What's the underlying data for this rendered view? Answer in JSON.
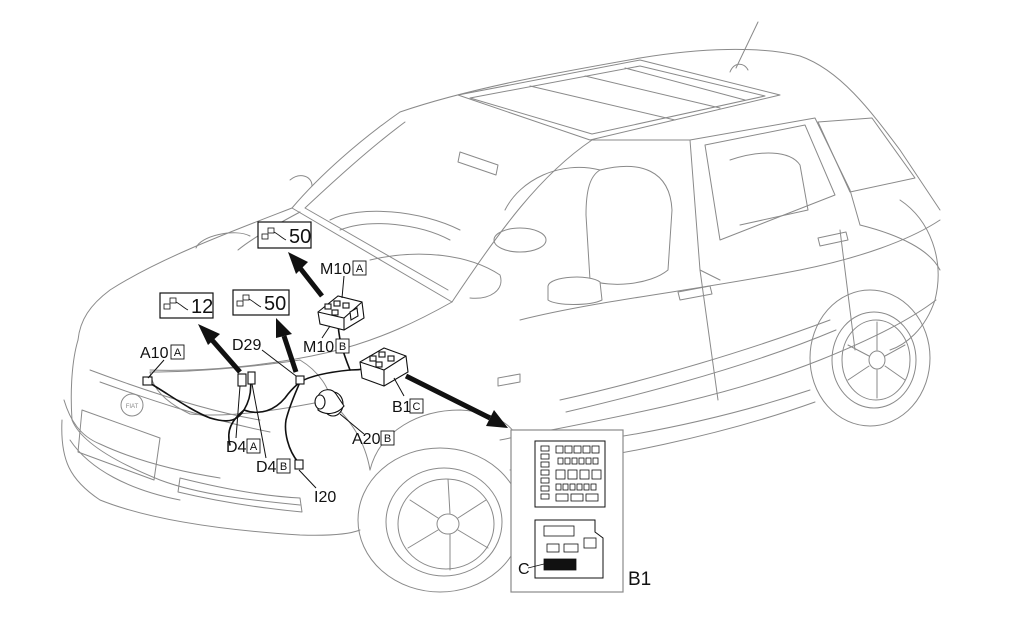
{
  "labels": {
    "m10a": {
      "code": "M10",
      "badge": "A"
    },
    "m10b": {
      "code": "M10",
      "badge": "B"
    },
    "a10a": {
      "code": "A10",
      "badge": "A"
    },
    "d29": {
      "code": "D29"
    },
    "b1c": {
      "code": "B1",
      "badge": "C"
    },
    "a20b": {
      "code": "A20",
      "badge": "B"
    },
    "d4a": {
      "code": "D4",
      "badge": "A"
    },
    "d4b": {
      "code": "D4",
      "badge": "B"
    },
    "i20": {
      "code": "I20"
    }
  },
  "connector_refs": {
    "ref1": "50",
    "ref2": "12",
    "ref3": "50"
  },
  "inset": {
    "title": "B1",
    "pin_label": "C"
  },
  "brand_badge": "FIAT"
}
